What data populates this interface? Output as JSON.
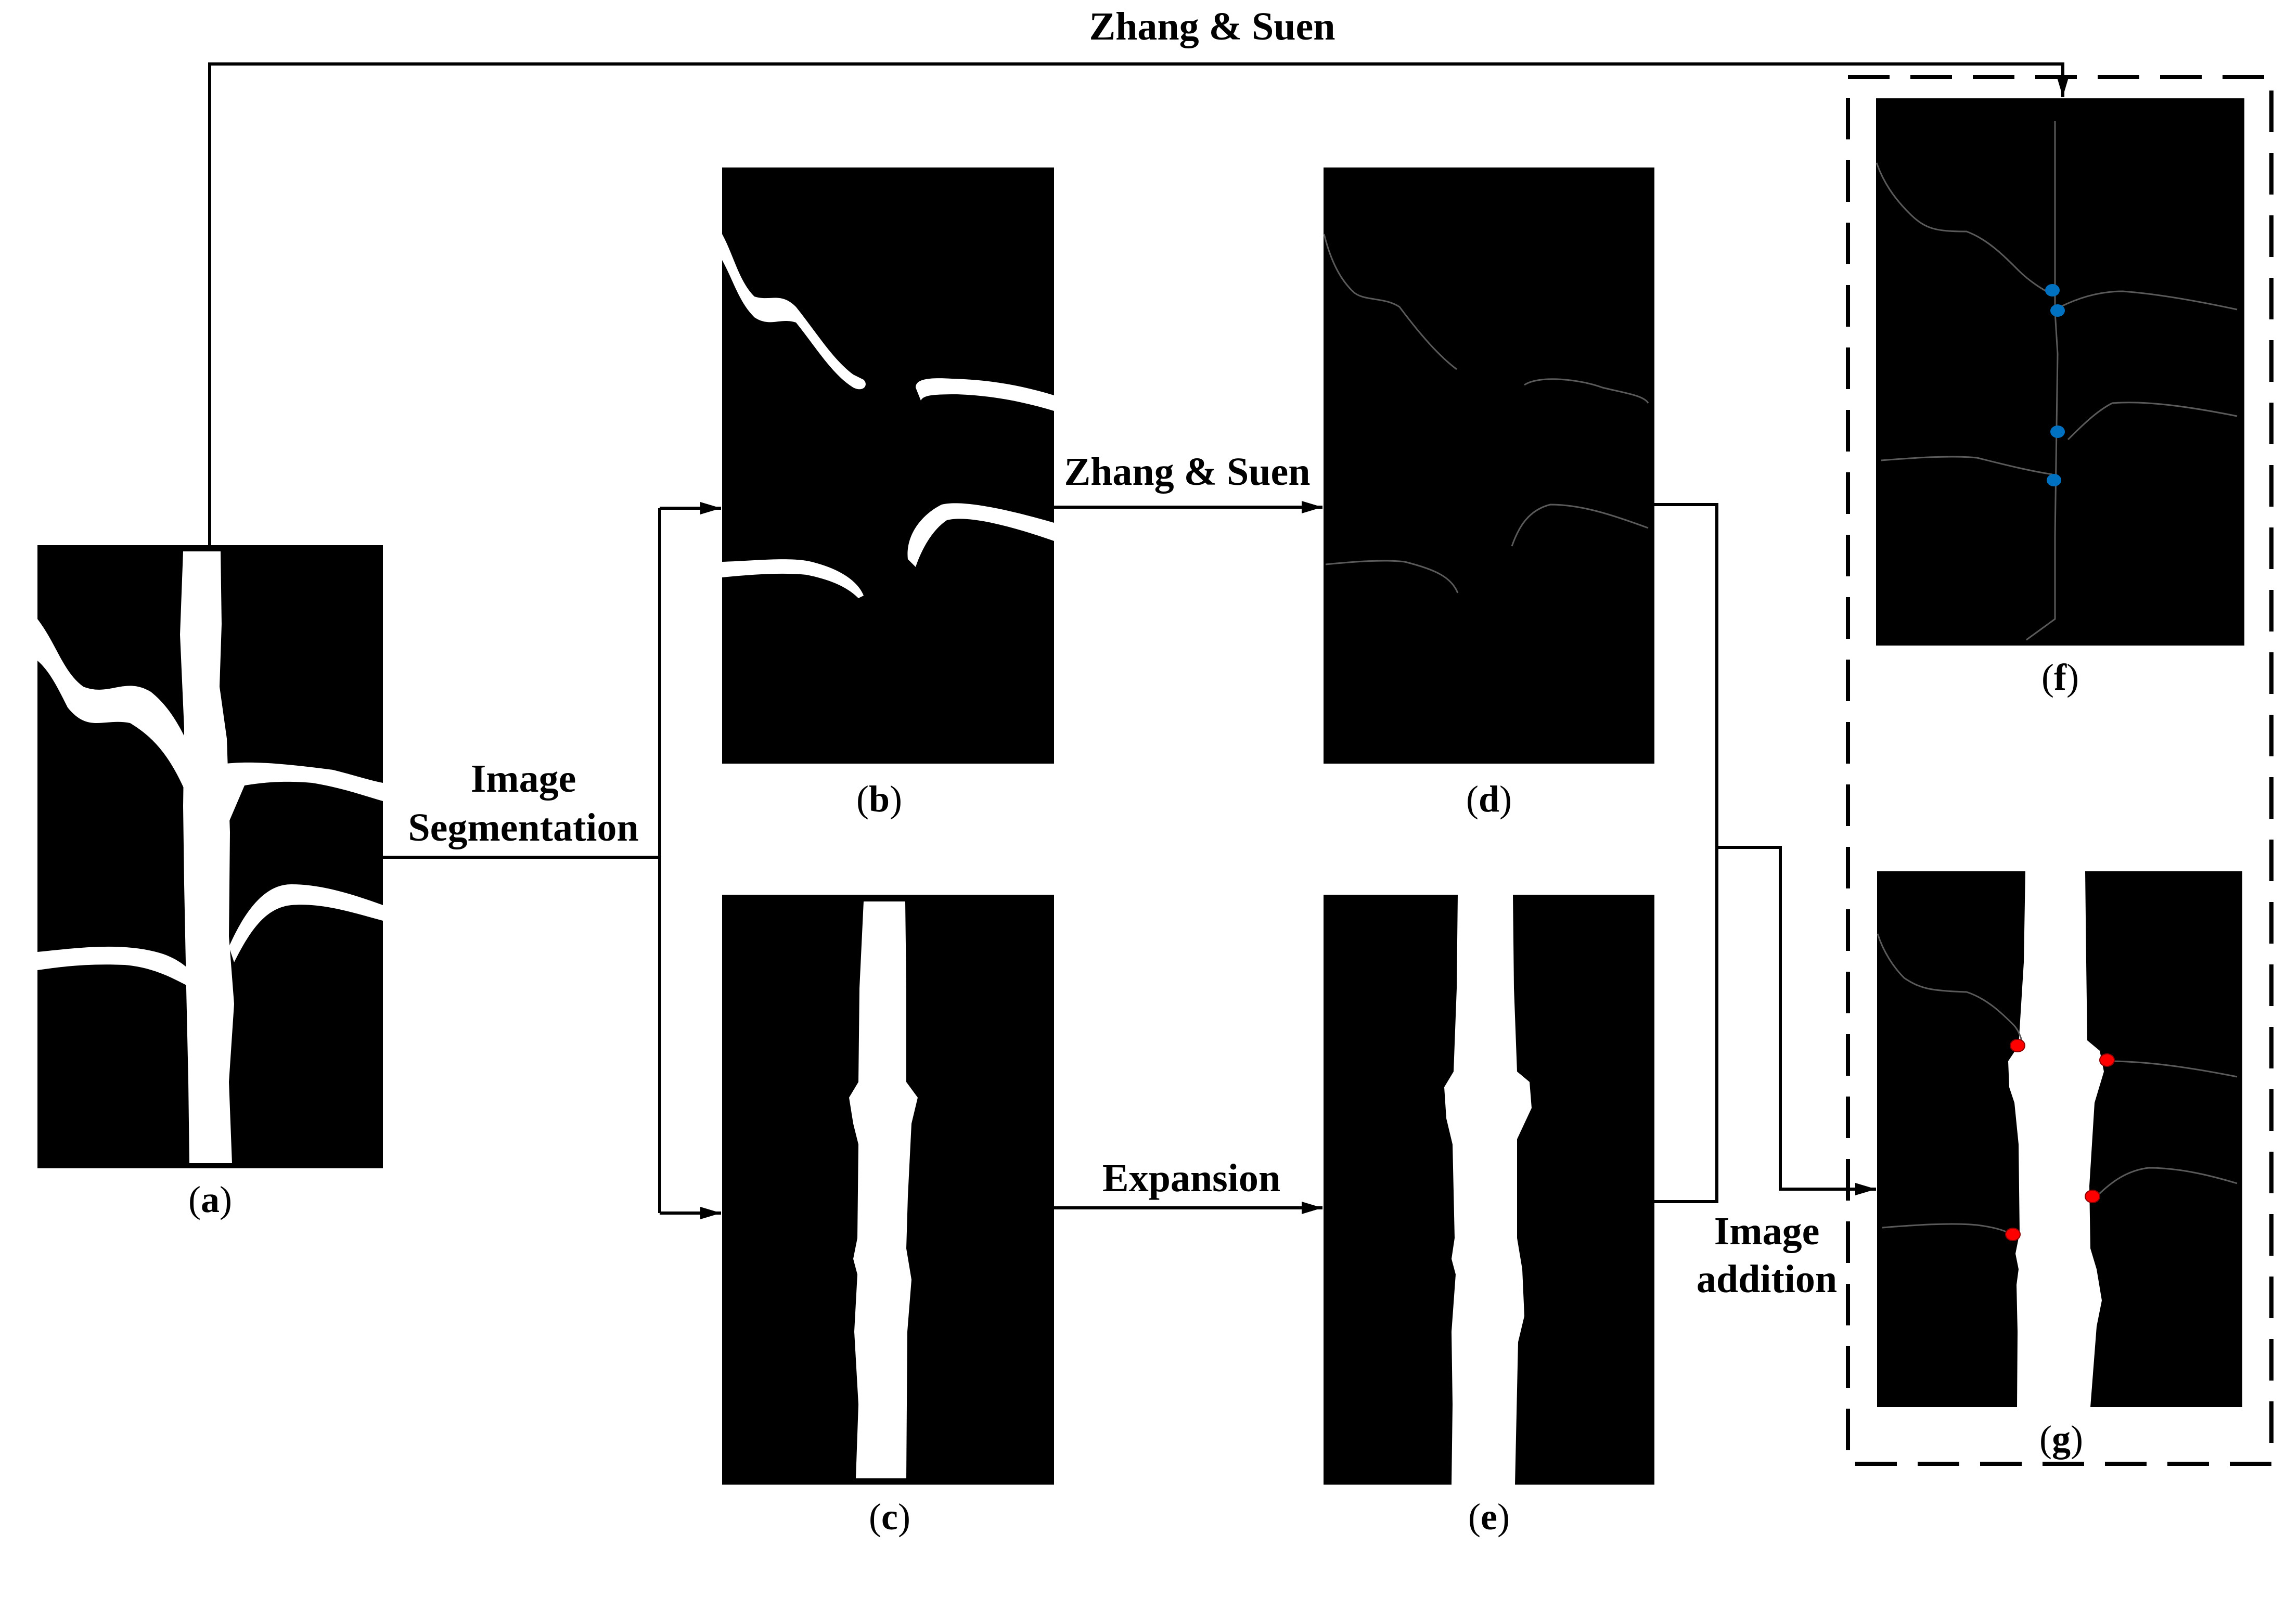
{
  "figure": {
    "top_route_label": "Zhang & Suen",
    "segmentation_label": [
      "Image",
      "Segmentation"
    ],
    "zhang_suen_label": "Zhang & Suen",
    "expansion_label": "Expansion",
    "addition_label": [
      "Image",
      "addition"
    ],
    "panels": [
      {
        "id": "a",
        "caption_open": "(",
        "letter": "a",
        "caption_close": ")",
        "content": "segmented tree: trunk with four branches (white on black)"
      },
      {
        "id": "b",
        "caption_open": "(",
        "letter": "b",
        "caption_close": ")",
        "content": "branches only (white on black)"
      },
      {
        "id": "c",
        "caption_open": "(",
        "letter": "c",
        "caption_close": ")",
        "content": "trunk only (white on black)"
      },
      {
        "id": "d",
        "caption_open": "(",
        "letter": "d",
        "caption_close": ")",
        "content": "skeletonized branches (thin gray lines)"
      },
      {
        "id": "e",
        "caption_open": "(",
        "letter": "e",
        "caption_close": ")",
        "content": "expanded trunk (white on black)"
      },
      {
        "id": "f",
        "caption_open": "(",
        "letter": "f",
        "caption_close": ")",
        "content": "full skeleton with 4 blue junction points"
      },
      {
        "id": "g",
        "caption_open": "(",
        "letter": "g",
        "caption_close": ")",
        "content": "skeleton branches + expanded trunk with 4 red junction points"
      }
    ],
    "colors": {
      "background": "#ffffff",
      "panel": "#000000",
      "foreground": "#ffffff",
      "skeleton": "#5a5a5a",
      "blue_point": "#0070c0",
      "red_point": "#ff0000",
      "line": "#000000"
    }
  }
}
